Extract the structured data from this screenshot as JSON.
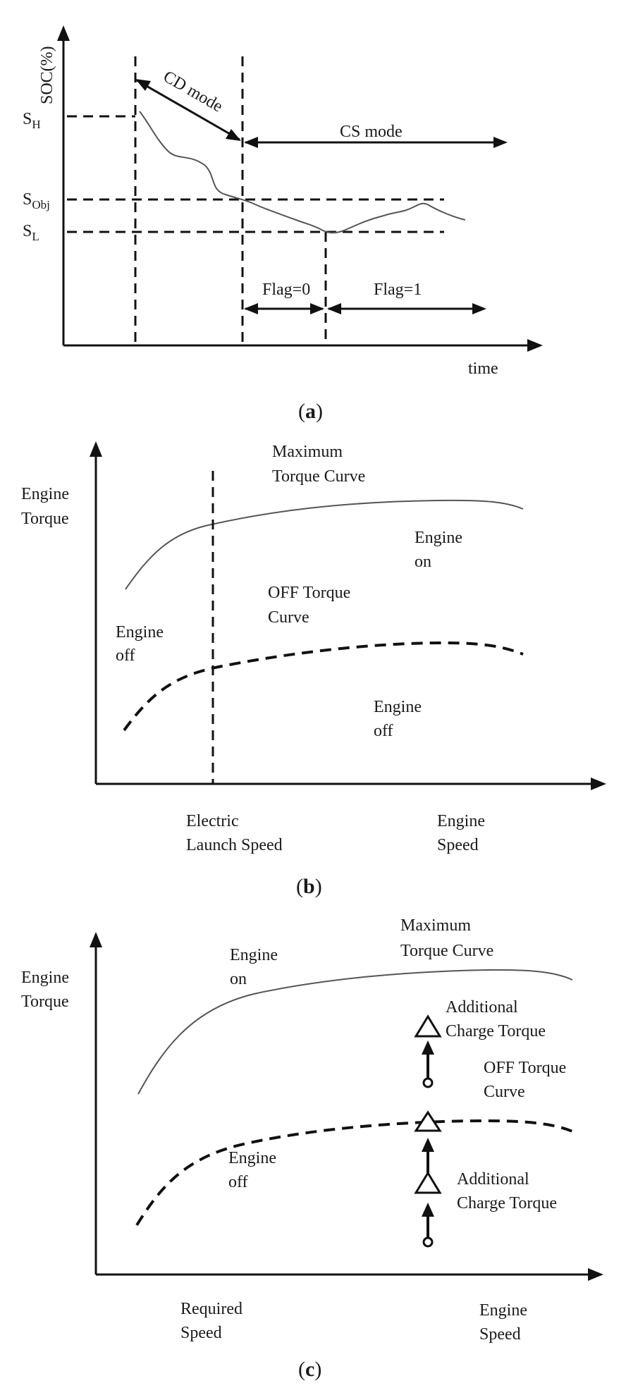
{
  "panel_a": {
    "y_axis_label": "SOC(%)",
    "s_high": {
      "base": "S",
      "sub": "H"
    },
    "s_obj": {
      "base": "S",
      "sub": "Obj"
    },
    "s_low": {
      "base": "S",
      "sub": "L"
    },
    "cd_mode": "CD mode",
    "cs_mode": "CS  mode",
    "flag0": "Flag=0",
    "flag1": "Flag=1",
    "x_axis_label": "time",
    "caption_letter": "a"
  },
  "panel_b": {
    "y_axis_label_line1": "Engine",
    "y_axis_label_line2": "Torque",
    "max_curve_line1": "Maximum",
    "max_curve_line2": "Torque Curve",
    "engine_on_line1": "Engine",
    "engine_on_line2": "on",
    "off_curve_line1": "OFF Torque",
    "off_curve_line2": "Curve",
    "engine_off_left_line1": "Engine",
    "engine_off_left_line2": "off",
    "engine_off_right_line1": "Engine",
    "engine_off_right_line2": "off",
    "x_tick_line1": "Electric",
    "x_tick_line2": "Launch Speed",
    "x_axis_label_line1": "Engine",
    "x_axis_label_line2": "Speed",
    "caption_letter": "b"
  },
  "panel_c": {
    "y_axis_label_line1": "Engine",
    "y_axis_label_line2": "Torque",
    "engine_on_line1": "Engine",
    "engine_on_line2": "on",
    "max_curve_line1": "Maximum",
    "max_curve_line2": "Torque Curve",
    "additional_upper_line1": "Additional",
    "additional_upper_line2": "Charge Torque",
    "off_curve_line1": "OFF Torque",
    "off_curve_line2": "Curve",
    "engine_off_line1": "Engine",
    "engine_off_line2": "off",
    "additional_lower_line1": "Additional",
    "additional_lower_line2": "Charge Torque",
    "x_tick_line1": "Required",
    "x_tick_line2": "Speed",
    "x_axis_label_line1": "Engine",
    "x_axis_label_line2": "Speed",
    "caption_letter": "c"
  }
}
